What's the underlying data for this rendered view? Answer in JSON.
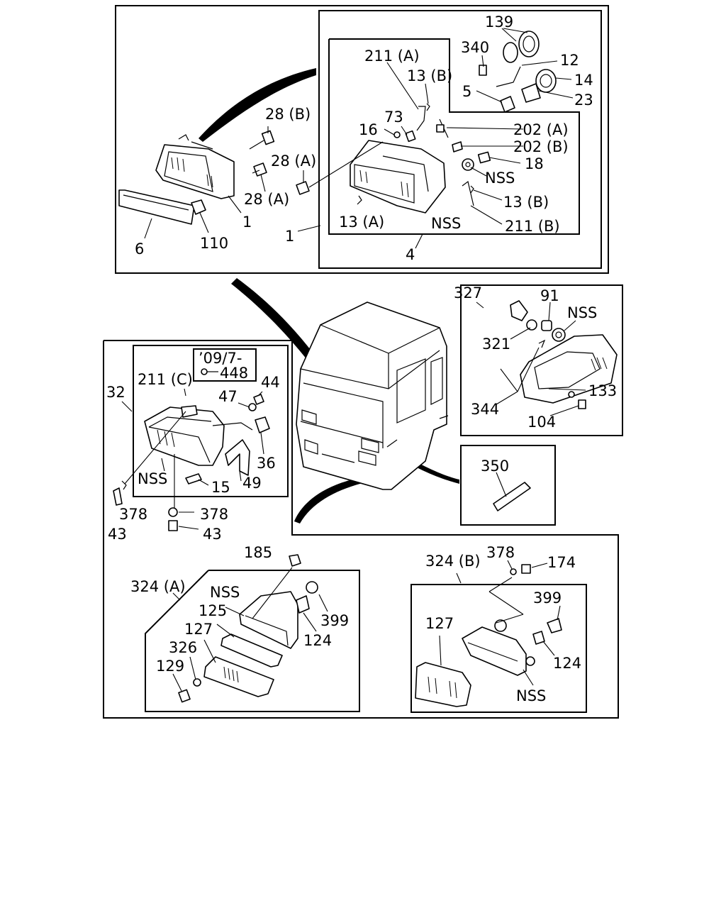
{
  "diagram": {
    "labels": {
      "l139": "139",
      "l340": "340",
      "l12": "12",
      "l14": "14",
      "l5": "5",
      "l23": "23",
      "l211a": "211 (A)",
      "l13b_top": "13 (B)",
      "l73": "73",
      "l16": "16",
      "l202a": "202 (A)",
      "l202b": "202 (B)",
      "l18": "18",
      "lnss_top": "NSS",
      "l13b_mid": "13 (B)",
      "l211b": "211 (B)",
      "l13a": "13 (A)",
      "lnss_box": "NSS",
      "l4": "4",
      "l28b": "28 (B)",
      "l28a_right": "28 (A)",
      "l28a_left": "28 (A)",
      "l1_a": "1",
      "l1_b": "1",
      "l6": "6",
      "l110": "110",
      "l327": "327",
      "l91": "91",
      "lnss_327": "NSS",
      "l321": "321",
      "l133": "133",
      "l344": "344",
      "l104": "104",
      "l350": "350",
      "l32": "32",
      "l211c": "211 (C)",
      "l0907": "’09/7-",
      "l448": "448",
      "l44": "44",
      "l47": "47",
      "l36": "36",
      "lnss_32": "NSS",
      "l15": "15",
      "l49": "49",
      "l378_left": "378",
      "l43_left": "43",
      "l378_mid": "378",
      "l43_mid": "43",
      "l185": "185",
      "l324a": "324 (A)",
      "lnss_324a": "NSS",
      "l125": "125",
      "l127_a": "127",
      "l326": "326",
      "l129": "129",
      "l399_a": "399",
      "l124_a": "124",
      "l324b": "324 (B)",
      "l378_b": "378",
      "l174": "174",
      "l399_b": "399",
      "l127_b": "127",
      "l124_b": "124",
      "lnss_324b": "NSS"
    }
  }
}
